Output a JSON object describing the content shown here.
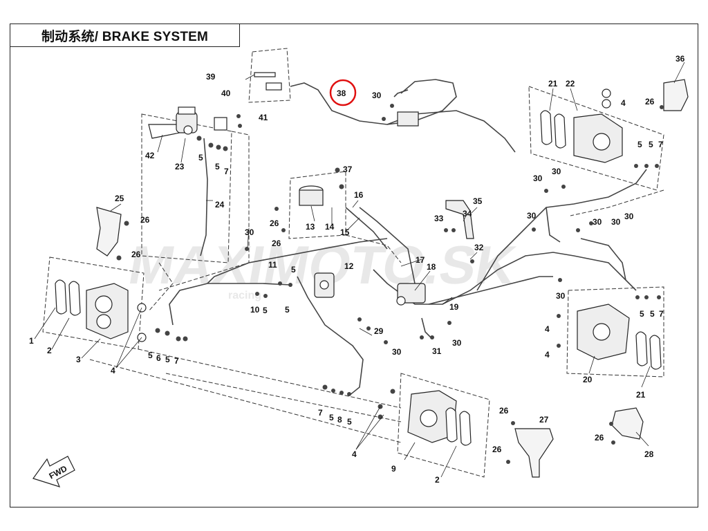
{
  "title": "制动系统/ BRAKE SYSTEM",
  "watermark": {
    "main": "MAXIMOTO.SK",
    "sub": "racing"
  },
  "fwd_label": "FWD",
  "highlight": {
    "label": "38",
    "color": "#e01010"
  },
  "callouts": [
    {
      "id": "c1",
      "label": "1"
    },
    {
      "id": "c2",
      "label": "2"
    },
    {
      "id": "c3",
      "label": "3"
    },
    {
      "id": "c4",
      "label": "4"
    },
    {
      "id": "c5",
      "label": "5"
    },
    {
      "id": "c6",
      "label": "6"
    },
    {
      "id": "c7",
      "label": "7"
    },
    {
      "id": "c8",
      "label": "8"
    },
    {
      "id": "c9",
      "label": "9"
    },
    {
      "id": "c10",
      "label": "10"
    },
    {
      "id": "c11",
      "label": "11"
    },
    {
      "id": "c12",
      "label": "12"
    },
    {
      "id": "c13",
      "label": "13"
    },
    {
      "id": "c14",
      "label": "14"
    },
    {
      "id": "c15",
      "label": "15"
    },
    {
      "id": "c16",
      "label": "16"
    },
    {
      "id": "c17",
      "label": "17"
    },
    {
      "id": "c18",
      "label": "18"
    },
    {
      "id": "c19",
      "label": "19"
    },
    {
      "id": "c20",
      "label": "20"
    },
    {
      "id": "c21",
      "label": "21"
    },
    {
      "id": "c22",
      "label": "22"
    },
    {
      "id": "c23",
      "label": "23"
    },
    {
      "id": "c24",
      "label": "24"
    },
    {
      "id": "c25",
      "label": "25"
    },
    {
      "id": "c26",
      "label": "26"
    },
    {
      "id": "c27",
      "label": "27"
    },
    {
      "id": "c28",
      "label": "28"
    },
    {
      "id": "c29",
      "label": "29"
    },
    {
      "id": "c30",
      "label": "30"
    },
    {
      "id": "c31",
      "label": "31"
    },
    {
      "id": "c32",
      "label": "32"
    },
    {
      "id": "c33",
      "label": "33"
    },
    {
      "id": "c34",
      "label": "34"
    },
    {
      "id": "c35",
      "label": "35"
    },
    {
      "id": "c36",
      "label": "36"
    },
    {
      "id": "c37",
      "label": "37"
    },
    {
      "id": "c39",
      "label": "39"
    },
    {
      "id": "c40",
      "label": "40"
    },
    {
      "id": "c41",
      "label": "41"
    },
    {
      "id": "c42",
      "label": "42"
    }
  ]
}
